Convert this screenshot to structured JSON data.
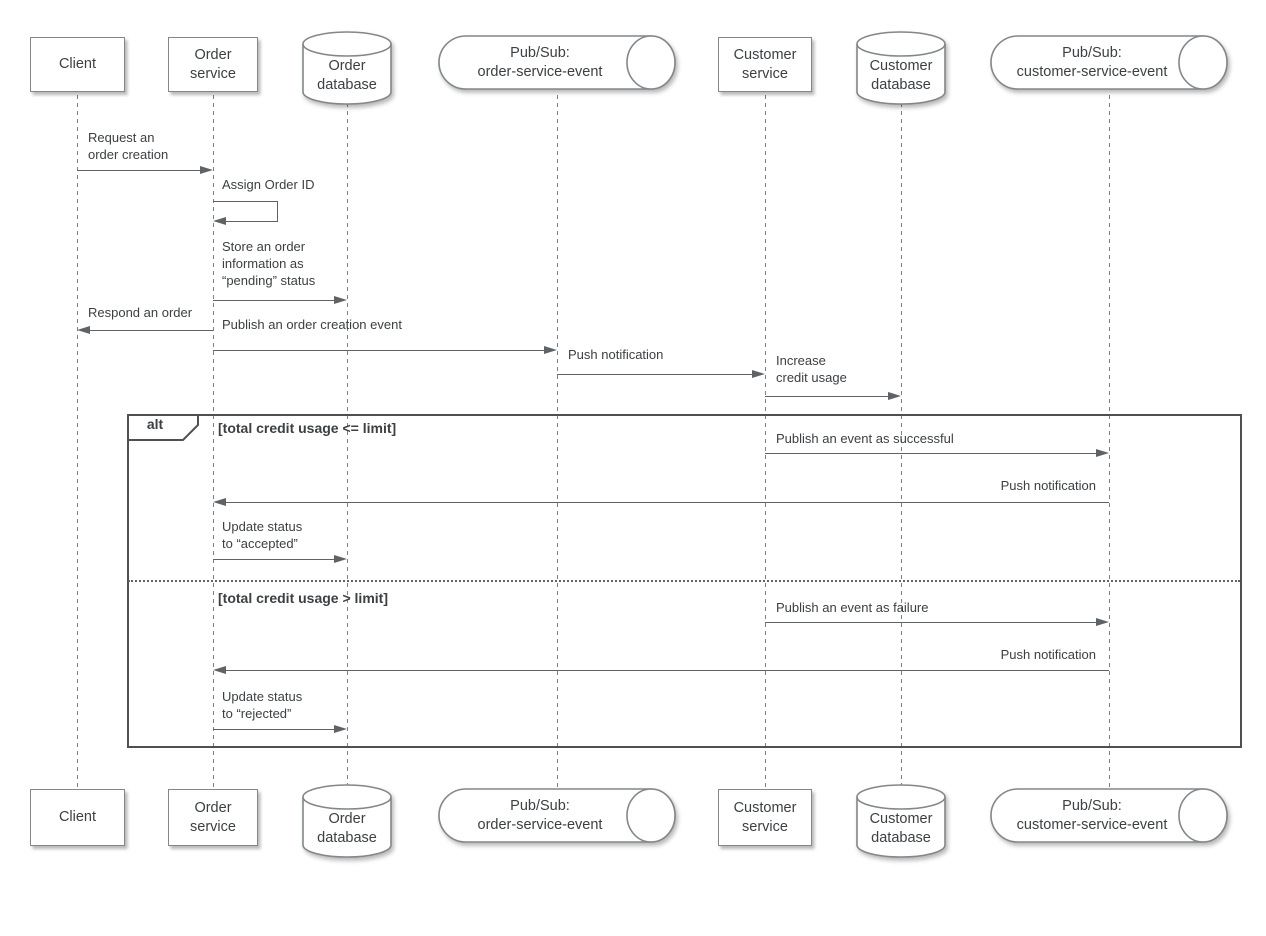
{
  "diagram": {
    "type": "uml-sequence-diagram",
    "colors": {
      "stroke": "#82878c",
      "arrow": "#5f6368",
      "text": "#3c4043",
      "frame_border": "#4d5156",
      "background": "#ffffff"
    },
    "participants": [
      {
        "id": "client",
        "label": "Client",
        "shape": "box"
      },
      {
        "id": "order-service",
        "label": "Order\nservice",
        "shape": "box"
      },
      {
        "id": "order-database",
        "label": "Order\ndatabase",
        "shape": "database-cylinder"
      },
      {
        "id": "pubsub-order",
        "label": "Pub/Sub:\norder-service-event",
        "shape": "queue-cylinder"
      },
      {
        "id": "customer-service",
        "label": "Customer\nservice",
        "shape": "box"
      },
      {
        "id": "customer-database",
        "label": "Customer\ndatabase",
        "shape": "database-cylinder"
      },
      {
        "id": "pubsub-customer",
        "label": "Pub/Sub:\ncustomer-service-event",
        "shape": "queue-cylinder"
      }
    ],
    "messages": {
      "request_order": "Request an\norder creation",
      "assign_order_id": "Assign Order ID",
      "store_pending": "Store an order\ninformation as\n“pending” status",
      "respond_order": "Respond an order",
      "publish_order_event": "Publish an order creation event",
      "push_notification_1": "Push notification",
      "increase_credit": "Increase\ncredit usage",
      "publish_success": "Publish an event as successful",
      "push_notification_2": "Push notification",
      "update_accepted": "Update status\nto “accepted”",
      "publish_failure": "Publish an event as failure",
      "push_notification_3": "Push notification",
      "update_rejected": "Update status\nto “rejected”"
    },
    "alt_frame": {
      "label": "alt",
      "guard_success": "[total credit usage <= limit]",
      "guard_failure": "[total credit usage > limit]"
    }
  }
}
